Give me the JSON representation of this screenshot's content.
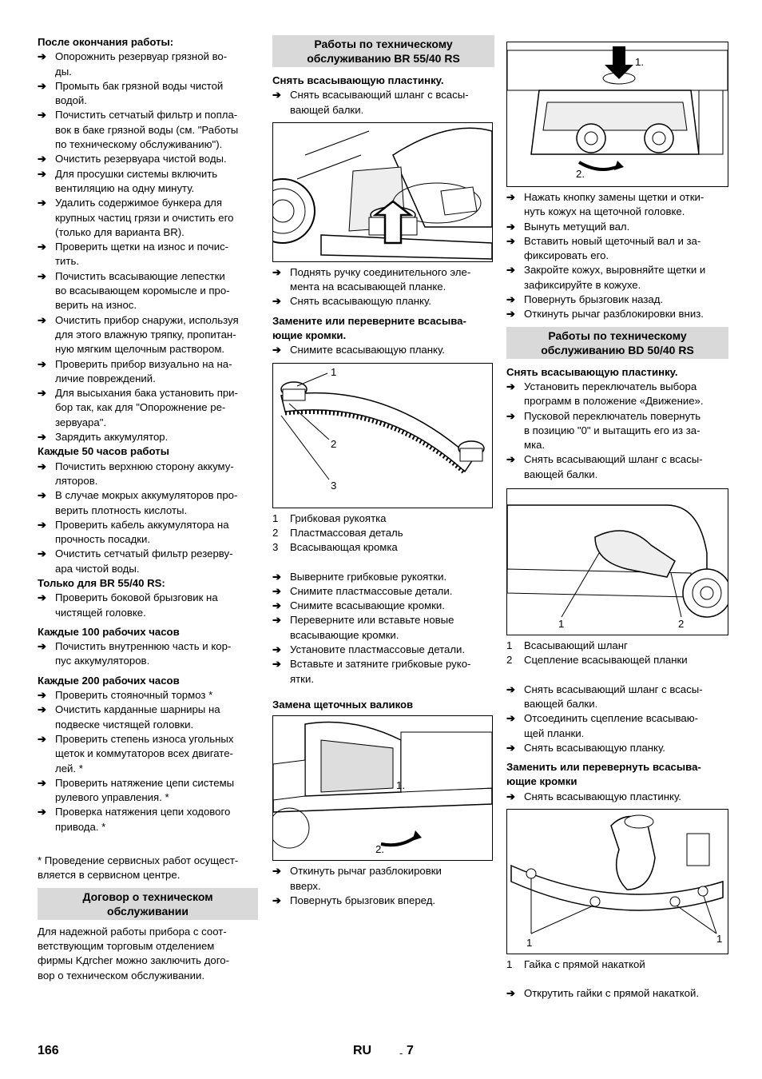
{
  "col1": {
    "h_after": "После окончания работы:",
    "after_items": [
      "Опорожнить резервуар грязной во-\nды.",
      "Промыть бак грязной воды чистой\nводой.",
      "Почистить сетчатый фильтр и попла-\nвок в баке грязной воды (см. \"Работы\nпо техническому обслуживанию\").",
      "Очистить резервуара чистой воды.",
      "Для просушки системы включить\nвентиляцию на одну минуту.",
      "Удалить содержимое бункера для\nкрупных частиц грязи и очистить его\n(только для варианта BR).",
      "Проверить щетки на износ и почис-\nтить.",
      "Почистить всасывающие лепестки\nво всасывающем коромысле и про-\nверить на износ.",
      "Очистить прибор снаружи, используя\nдля этого влажную тряпку, пропитан-\nную мягким щелочным раствором.",
      "Проверить прибор визуально на на-\nличие повреждений.",
      "Для высыхания бака установить при-\nбор так, как для \"Опорожнение ре-\nзервуара\".",
      "Зарядить аккумулятор."
    ],
    "h_50": "Каждые 50 часов работы",
    "items_50": [
      "Почистить верхнюю сторону аккуму-\nляторов.",
      "В случае мокрых аккумуляторов про-\nверить плотность кислоты.",
      "Проверить кабель аккумулятора на\nпрочность посадки.",
      "Очистить сетчатый фильтр резерву-\nара чистой воды."
    ],
    "h_br": "Только для BR 55/40 RS:",
    "items_br": [
      "Проверить боковой брызговик на\nчистящей головке."
    ],
    "h_100": "Каждые 100 рабочих часов",
    "items_100": [
      "Почистить внутреннюю часть и кор-\nпус аккумуляторов."
    ],
    "h_200": "Каждые 200 рабочих часов",
    "items_200": [
      "Проверить стояночный тормоз *",
      "Очистить карданные шарниры на\nподвеске чистящей головки.",
      "Проверить степень износа угольных\nщеток и коммутаторов всех двигате-\nлей. *",
      "Проверить натяжение цепи системы\nрулевого управления. *",
      "Проверка натяжения цепи ходового\nпривода. *"
    ],
    "footnote": "* Проведение сервисных работ осущест-\nвляется в сервисном центре.",
    "box_contract": "Договор о техническом\nобслуживании",
    "contract_text": "Для надежной работы прибора с соот-\nветствующим торговым отделением\nфирмы Kдrcher можно заключить дого-\nвор о техническом обслуживании."
  },
  "col2": {
    "box_br": "Работы по техническому\nобслуживанию BR 55/40 RS",
    "h_remove": "Снять всасывающую пластинку.",
    "remove_items1": [
      "Снять всасывающий шланг с всасы-\nвающей балки."
    ],
    "remove_items2": [
      "Поднять ручку соединительного эле-\nмента на всасывающей планке.",
      "Снять всасывающую планку."
    ],
    "h_replace": "Замените или переверните всасыва-\nющие кромки.",
    "replace_items1": [
      "Снимите всасывающую планку."
    ],
    "fig2_labels": [
      "1",
      "2",
      "3"
    ],
    "legend": [
      {
        "n": "1",
        "t": "Грибковая рукоятка"
      },
      {
        "n": "2",
        "t": "Пластмассовая деталь"
      },
      {
        "n": "3",
        "t": "Всасывающая кромка"
      }
    ],
    "replace_items2": [
      "Выверните грибковые рукоятки.",
      "Снимите пластмассовые детали.",
      "Снимите всасывающие кромки.",
      "Переверните или вставьте новые\nвсасывающие кромки.",
      "Установите пластмассовые детали.",
      "Вставьте и затяните грибковые руко-\nятки."
    ],
    "h_brush": "Замена щеточных валиков",
    "fig3_labels": [
      "1.",
      "2."
    ],
    "brush_items": [
      "Откинуть рычаг разблокировки\nвверх.",
      "Повернуть брызговик вперед."
    ]
  },
  "col3": {
    "fig4_labels": [
      "1.",
      "2."
    ],
    "items_top": [
      "Нажать кнопку замены щетки и отки-\nнуть кожух на щеточной головке.",
      "Вынуть метущий вал.",
      "Вставить новый щеточный вал и за-\nфиксировать его.",
      "Закройте кожух, выровняйте щетки и\nзафиксируйте в кожухе.",
      "Повернуть брызговик назад.",
      "Откинуть рычаг разблокировки вниз."
    ],
    "box_bd": "Работы по техническому\nобслуживанию BD 50/40 RS",
    "h_remove": "Снять всасывающую пластинку.",
    "remove_items": [
      "Установить переключатель выбора\nпрограмм в положение «Движение».",
      "Пусковой переключатель повернуть\nв позицию \"0\" и вытащить его из за-\nмка.",
      "Снять всасывающий шланг с всасы-\nвающей балки."
    ],
    "fig5_labels": [
      "1",
      "2"
    ],
    "legend5": [
      {
        "n": "1",
        "t": "Всасывающий шланг"
      },
      {
        "n": "2",
        "t": "Сцепление всасывающей планки"
      }
    ],
    "remove_items2": [
      "Снять всасывающий шланг с всасы-\nвающей балки.",
      "Отсоединить сцепление всасываю-\nщей планки.",
      "Снять всасывающую планку."
    ],
    "h_replace": "Заменить или перевернуть всасыва-\nющие кромки",
    "replace_items": [
      "Снять всасывающую пластинку."
    ],
    "fig6_labels": [
      "1",
      "1"
    ],
    "legend6": [
      {
        "n": "1",
        "t": "Гайка с прямой накаткой"
      }
    ],
    "last_items": [
      "Открутить гайки с прямой накаткой."
    ]
  },
  "footer": {
    "page": "166",
    "lang": "RU",
    "sep": "-",
    "num": "7"
  },
  "arrow": "➔"
}
